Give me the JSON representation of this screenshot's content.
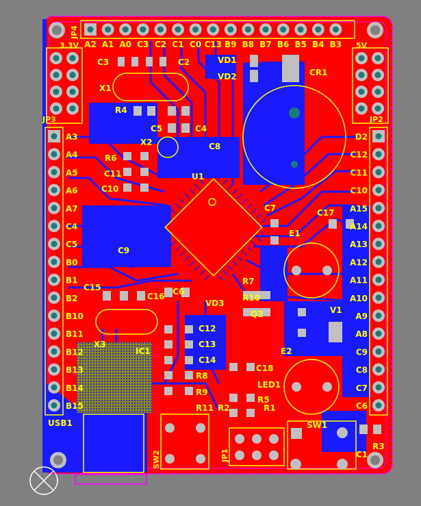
{
  "colors": {
    "background": "#808080",
    "top_copper": "#ff0000",
    "bottom_copper": "#1a1aff",
    "silkscreen": "#ffff00",
    "outline": "#ff00ff",
    "pad": "#c0c0c0",
    "drill": "#1a7a7a"
  },
  "top_header": {
    "name": "JP4",
    "pins": [
      "A2",
      "A1",
      "A0",
      "C3",
      "C2",
      "C1",
      "C0",
      "C13",
      "B9",
      "B8",
      "B7",
      "B6",
      "B5",
      "B4",
      "B3"
    ]
  },
  "power_labels": {
    "left": "3.3V",
    "right": "5V"
  },
  "left_header": {
    "name": "JP3",
    "pins": [
      "A3",
      "A4",
      "A5",
      "A6",
      "A7",
      "C4",
      "C5",
      "B0",
      "B1",
      "B2",
      "B10",
      "B11",
      "B12",
      "B13",
      "B14",
      "B15"
    ]
  },
  "right_header": {
    "name": "JP2",
    "pins": [
      "D2",
      "C12",
      "C11",
      "C10",
      "A15",
      "A14",
      "A13",
      "A12",
      "A11",
      "A10",
      "A9",
      "A8",
      "C9",
      "C8",
      "C7",
      "C6"
    ]
  },
  "components": {
    "c3": "C3",
    "c2": "C2",
    "x1": "X1",
    "r4": "R4",
    "c5": "C5",
    "c4": "C4",
    "x2": "X2",
    "r6": "R6",
    "c11": "C11",
    "c10": "C10",
    "c8": "C8",
    "u1": "U1",
    "vd1": "VD1",
    "vd2": "VD2",
    "cr1": "CR1",
    "c7": "C7",
    "c17": "C17",
    "c9": "C9",
    "e1": "E1",
    "c15": "C15",
    "c16": "C16",
    "c6": "C6",
    "r7": "R7",
    "r10": "R10",
    "vd3": "VD3",
    "q2": "Q2",
    "v1": "V1",
    "x3": "X3",
    "ic1": "IC1",
    "c12": "C12",
    "c13": "C13",
    "c14": "C14",
    "c18": "C18",
    "e2": "E2",
    "r8": "R8",
    "r9": "R9",
    "led1": "LED1",
    "r5": "R5",
    "r11": "R11",
    "r2": "R2",
    "r1": "R1",
    "usb1": "USB1",
    "sw2": "SW2",
    "jp1": "JP1",
    "sw1": "SW1",
    "c1": "C1",
    "r3": "R3"
  }
}
